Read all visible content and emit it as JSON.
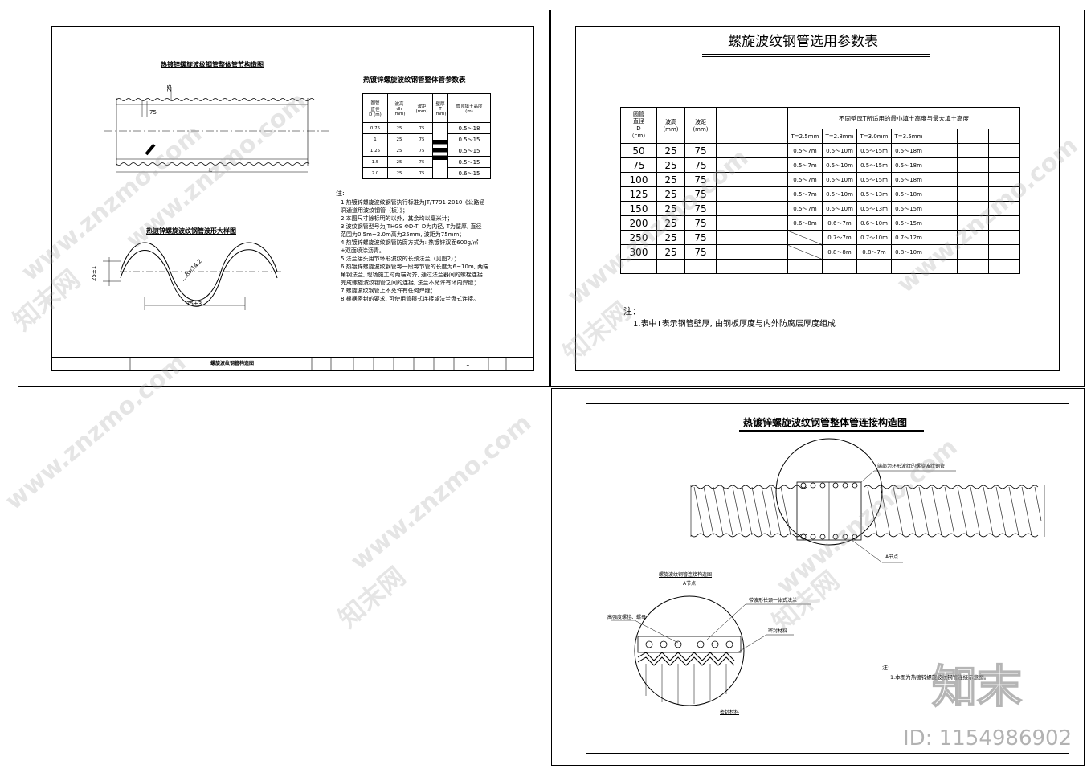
{
  "sheet1": {
    "elev_title": "热镀锌螺旋波纹钢管整体管节构造图",
    "dim_25": "25",
    "dim_75": "75",
    "dim_L": "L",
    "profile_title": "热镀锌螺旋波纹钢管波形大样图",
    "profile_dim_h": "25±1",
    "profile_dim_r": "R=14.2",
    "profile_dim_w": "75±3",
    "param_title": "热镀锌螺旋波纹钢管整体管参数表",
    "param_headers": [
      "圆管\n直径\nD (m)",
      "波高\ndh\n(mm)",
      "波距\n(mm)",
      "壁厚\nT\n(mm)",
      "管顶填土高度\n(m)"
    ],
    "param_rows": [
      [
        "0.75",
        "25",
        "75",
        "0.5～18"
      ],
      [
        "1",
        "25",
        "75",
        "0.5～15"
      ],
      [
        "1.25",
        "25",
        "75",
        "0.5～15"
      ],
      [
        "1.5",
        "25",
        "75",
        "0.5～15"
      ],
      [
        "2.0",
        "25",
        "75",
        "0.6～15"
      ]
    ],
    "notes_head": "注:",
    "notes": [
      "1.热镀锌螺旋波纹钢管执行标准为JT/T791-2010《公路涵",
      "洞通道用波纹钢管（板）》；",
      "2.本图尺寸除标明的以外，其余均以毫米计；",
      "3.波纹钢管型号为JTHGS ΦD-T, D为内径, T为壁厚, 直径",
      "范围为0.5m~2.0m高为25mm, 波距为75mm；",
      "4.热镀锌螺旋波纹钢管防腐方式为: 热镀锌双面600g/㎡",
      "+双面喷涂沥青。",
      "5.法兰接头用节环形波纹的长颈法兰（见图2）；",
      "6.热镀锌螺旋波纹钢管每一段每节管的长度为6~10m, 两端",
      "角钢法兰, 现场施工时两端对齐, 通过法兰器间的螺栓连接",
      "完成螺旋波纹钢管之间的连接, 法兰不允许有环向焊缝；",
      "7.螺旋波纹钢管上不允许有任何焊缝；",
      "8.根据密封的要求, 可使用管箍式连接或法兰盘式连接。"
    ],
    "titleblock_name": "螺旋波纹钢管构造图",
    "titleblock_page": "1"
  },
  "sheet2": {
    "title": "螺旋波纹钢管选用参数表",
    "col_d": "圆管\n直径\nD\n（cm）",
    "col_bh": "波高\n(mm)",
    "col_bj": "波距\n(mm)",
    "span_header": "不同壁厚T所适用的最小填土高度与最大填土高度",
    "t_headers": [
      "T=2.5mm",
      "T=2.8mm",
      "T=3.0mm",
      "T=3.5mm"
    ],
    "rows": [
      {
        "d": "50",
        "bh": "25",
        "bj": "75",
        "v": [
          "0.5～7m",
          "0.5～10m",
          "0.5～15m",
          "0.5～18m"
        ]
      },
      {
        "d": "75",
        "bh": "25",
        "bj": "75",
        "v": [
          "0.5～7m",
          "0.5～10m",
          "0.5～15m",
          "0.5～18m"
        ]
      },
      {
        "d": "100",
        "bh": "25",
        "bj": "75",
        "v": [
          "0.5～7m",
          "0.5～10m",
          "0.5～15m",
          "0.5～18m"
        ]
      },
      {
        "d": "125",
        "bh": "25",
        "bj": "75",
        "v": [
          "0.5～7m",
          "0.5～10m",
          "0.5～13m",
          "0.5～18m"
        ]
      },
      {
        "d": "150",
        "bh": "25",
        "bj": "75",
        "v": [
          "0.5～7m",
          "0.5～10m",
          "0.5～13m",
          "0.5～15m"
        ]
      },
      {
        "d": "200",
        "bh": "25",
        "bj": "75",
        "v": [
          "0.6～8m",
          "0.6～7m",
          "0.6～10m",
          "0.5～15m"
        ]
      },
      {
        "d": "250",
        "bh": "25",
        "bj": "75",
        "v": [
          "",
          "0.7～7m",
          "0.7～10m",
          "0.7～12m"
        ]
      },
      {
        "d": "300",
        "bh": "25",
        "bj": "75",
        "v": [
          "",
          "0.8～8m",
          "0.8～7m",
          "0.8～10m"
        ]
      }
    ],
    "note_head": "注：",
    "note_1": "1.表中T表示钢管壁厚, 由钢板厚度与内外防腐层厚度组成"
  },
  "sheet3": {
    "title": "热镀锌螺旋波纹钢管整体管连接构造图",
    "label_flange_pipe": "端部为环形波纹的螺旋波纹钢管",
    "label_node_a": "A节点",
    "detail_title": "螺旋波纹钢管连接构造图",
    "detail_sub": "A节点",
    "label_bolt": "高强度螺栓、螺母",
    "label_flange": "带波形长颈一体式法兰",
    "label_seal_right": "密封材料",
    "label_seal_bottom": "密封材料",
    "note_head": "注:",
    "note_1": "1.本图为热镀锌螺旋波纹钢管连接示意图。"
  },
  "watermark": {
    "site": "www.znzmo.com",
    "brand": "知末网",
    "logo_text": "知末",
    "id_text": "ID: 1154986902"
  }
}
